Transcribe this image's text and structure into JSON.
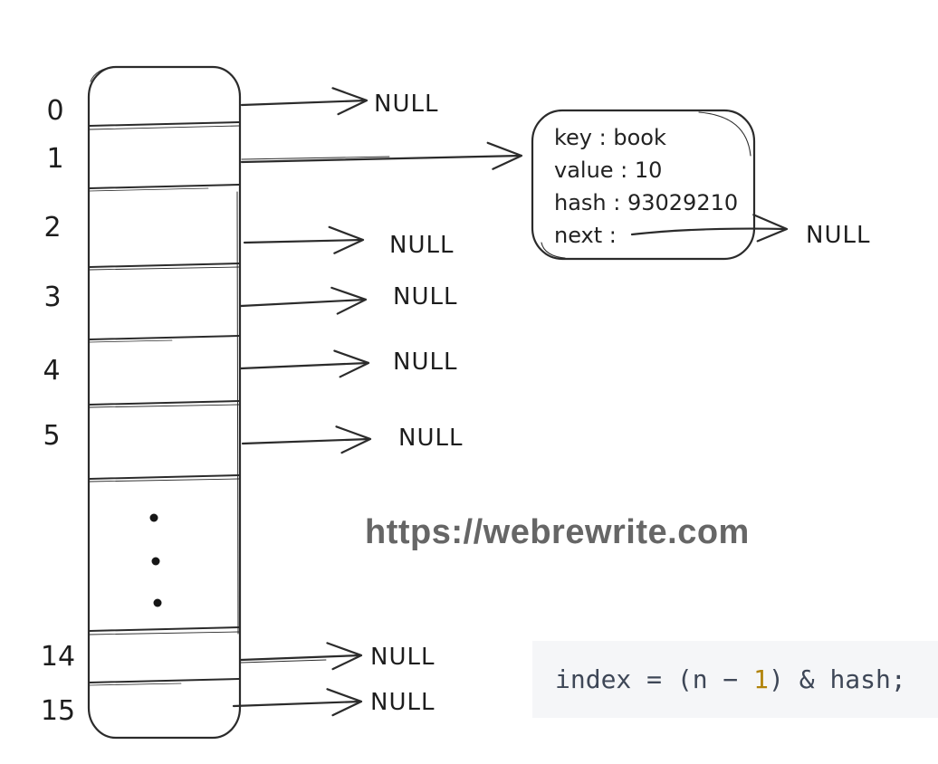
{
  "diagram": {
    "title_hint": "hashmap bucket array with one linked-list node",
    "buckets": [
      {
        "index": "0",
        "target": "NULL"
      },
      {
        "index": "1",
        "target": "node"
      },
      {
        "index": "2",
        "target": "NULL"
      },
      {
        "index": "3",
        "target": "NULL"
      },
      {
        "index": "4",
        "target": "NULL"
      },
      {
        "index": "5",
        "target": "NULL"
      },
      {
        "index": "14",
        "target": "NULL"
      },
      {
        "index": "15",
        "target": "NULL"
      }
    ],
    "null_labels": {
      "b0": "NULL",
      "b2": "NULL",
      "b3": "NULL",
      "b4": "NULL",
      "b5": "NULL",
      "b14": "NULL",
      "b15": "NULL"
    },
    "ellipsis_dot_count": 3,
    "node": {
      "key_line": "key : book",
      "value_line": "value : 10",
      "hash_line": "hash : 93029210",
      "next_line": "next :",
      "next_target": "NULL"
    }
  },
  "watermark": {
    "text": "https://webrewrite.com",
    "color": "#666666"
  },
  "code_snippet": {
    "segment_before": "index = (n − ",
    "highlight": "1",
    "segment_after": ") & hash;",
    "text_color": "#3e4757",
    "highlight_color": "#b1830a",
    "background": "#f5f6f8"
  },
  "colors": {
    "stroke": "#2b2b2b",
    "label_text": "#1d1d1d",
    "background": "#ffffff"
  }
}
